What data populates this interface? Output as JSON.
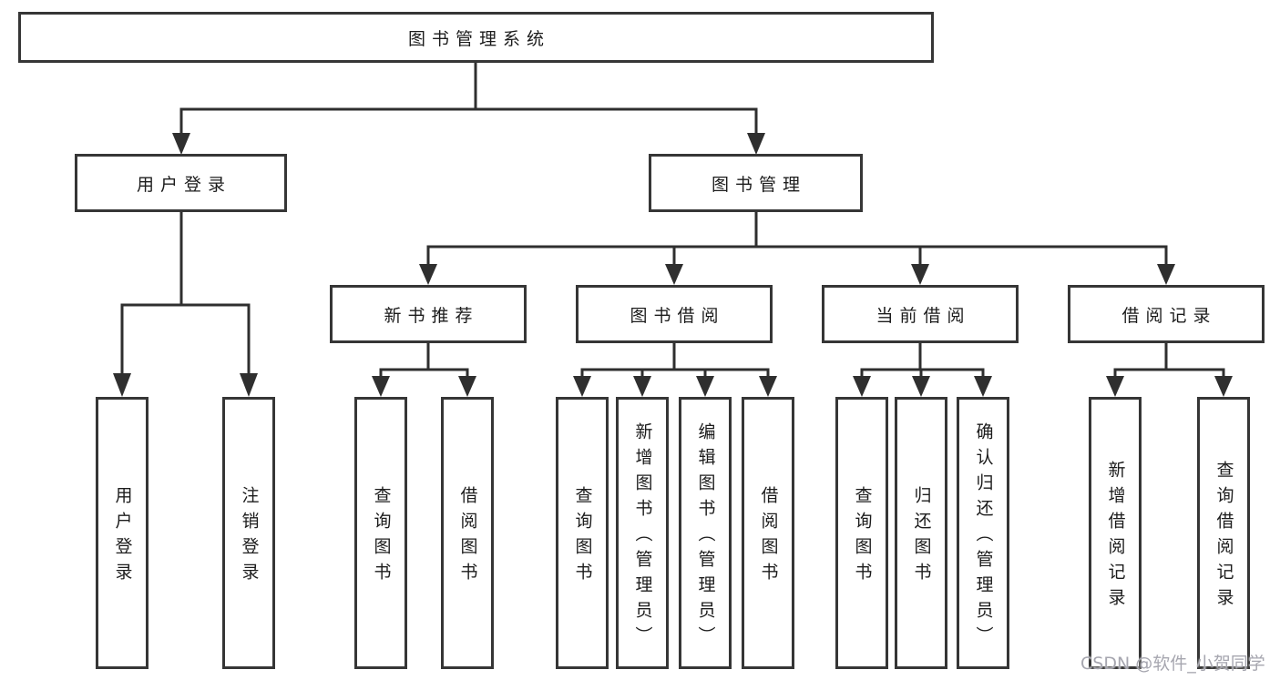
{
  "diagram_type": "tree-hierarchy",
  "colors": {
    "background": "#ffffff",
    "box_border": "#363636",
    "line": "#2f2f2f",
    "text": "#1c1c1c",
    "watermark": "#a6a6af"
  },
  "tree": {
    "label": "图书管理系统",
    "children": [
      {
        "label": "用户登录",
        "children": [
          {
            "label": "用户登录"
          },
          {
            "label": "注销登录"
          }
        ]
      },
      {
        "label": "图书管理",
        "children": [
          {
            "label": "新书推荐",
            "children": [
              {
                "label": "查询图书"
              },
              {
                "label": "借阅图书"
              }
            ]
          },
          {
            "label": "图书借阅",
            "children": [
              {
                "label": "查询图书"
              },
              {
                "label": "新增图书（管理员）"
              },
              {
                "label": "编辑图书（管理员）"
              },
              {
                "label": "借阅图书"
              }
            ]
          },
          {
            "label": "当前借阅",
            "children": [
              {
                "label": "查询图书"
              },
              {
                "label": "归还图书"
              },
              {
                "label": "确认归还（管理员）"
              }
            ]
          },
          {
            "label": "借阅记录",
            "children": [
              {
                "label": "新增借阅记录"
              },
              {
                "label": "查询借阅记录"
              }
            ]
          }
        ]
      }
    ]
  },
  "watermark": {
    "text": "CSDN @软件_小贺同学"
  }
}
